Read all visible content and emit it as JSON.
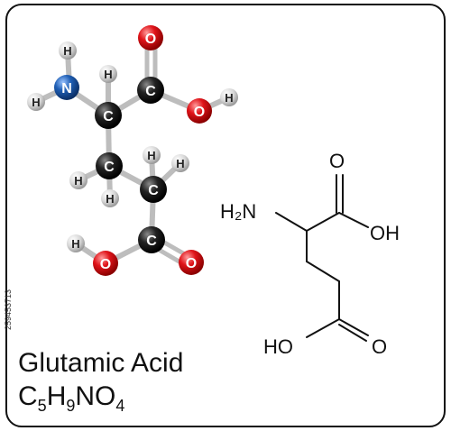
{
  "molecule": {
    "name": "Glutamic Acid",
    "formula": {
      "c": "C",
      "c_n": "5",
      "h": "H",
      "h_n": "9",
      "n": "N",
      "o": "O",
      "o_n": "4"
    }
  },
  "stock_id": "259453713",
  "atom_labels": {
    "carbon": "C",
    "hydrogen": "H",
    "nitrogen": "N",
    "oxygen": "O"
  },
  "skeletal_labels": {
    "amine": "H₂N",
    "carbonyl_top": "O",
    "hydroxyl_top": "OH",
    "hydroxyl_bottom": "HO",
    "carbonyl_bottom": "O"
  },
  "colors": {
    "carbon": "#111111",
    "hydrogen": "#d0d0d0",
    "nitrogen": "#1f5fb5",
    "oxygen": "#e0141a",
    "frame": "#111111"
  }
}
